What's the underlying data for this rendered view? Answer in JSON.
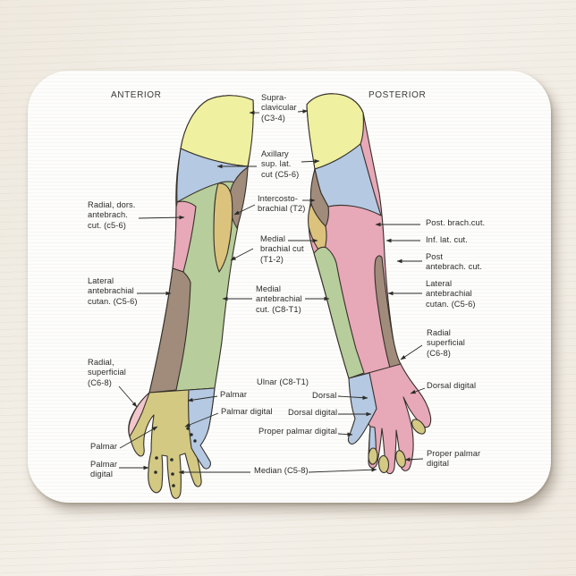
{
  "product": {
    "type": "mousepad product photo",
    "background_color": "#f3efe8",
    "pad_color": "#fdfdfb"
  },
  "diagram": {
    "title_semantic": "Cutaneous nerve distribution of the arm, anterior and posterior views",
    "headings": {
      "anterior": "ANTERIOR",
      "posterior": "POSTERIOR"
    },
    "labels": {
      "supraclavicular": "Supra-\nclavicular\n(C3-4)",
      "axillary": "Axillary\nsup. lat.\ncut (C5-6)",
      "intercostobrachial": "Intercosto-\nbrachial (T2)",
      "medial_brachial": "Medial\nbrachial cut\n(T1-2)",
      "medial_antebrachial": "Medial\nantebrachial\ncut. (C8-T1)",
      "radial_dorsal_antebrachial": "Radial, dors.\nantebrach.\ncut. (c5-6)",
      "lateral_antebrachial_left": "Lateral\nantebrachial\ncutan. (C5-6)",
      "radial_superficial_left": "Radial,\nsuperficial\n(C6-8)",
      "palmar_left": "Palmar",
      "palmar_digital_left": "Palmar\ndigital",
      "palmar_mid": "Palmar",
      "palmar_digital_mid": "Palmar digital",
      "ulnar": "Ulnar (C8-T1)",
      "dorsal": "Dorsal",
      "dorsal_digital_mid": "Dorsal digital",
      "proper_palmar_digital_mid": "Proper palmar digital",
      "median": "Median (C5-8)",
      "posterior_brachial": "Post. brach.cut.",
      "inferior_lateral": "Inf. lat. cut.",
      "posterior_antebrachial": "Post\nantebrach. cut.",
      "lateral_antebrachial_right": "Lateral\nantebrachial\ncutan. (C5-6)",
      "radial_superficial_right": "Radial\nsuperficial\n(C6-8)",
      "dorsal_digital_right": "Dorsal digital",
      "proper_palmar_digital_right": "Proper palmar\ndigital"
    },
    "palette": {
      "supraclavicular_yellow": "#eff0a0",
      "axillary_blue": "#b5c9e2",
      "radial_pink": "#e7a8b8",
      "antebrachial_green": "#b7cd9b",
      "brachial_brown": "#a18b7b",
      "medial_brachial_gold": "#dbc37d",
      "palm_khaki": "#d3c983",
      "pale_pink": "#f1c6cc",
      "outline": "#35302a",
      "text": "#2c2c2c"
    }
  }
}
